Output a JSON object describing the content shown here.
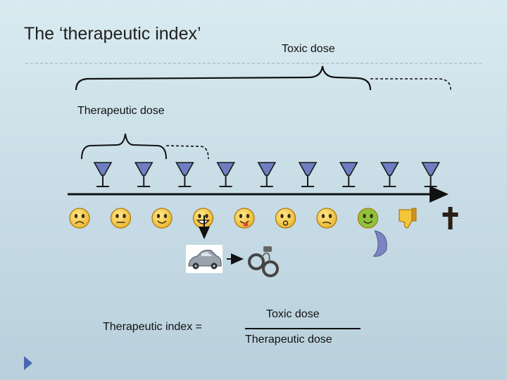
{
  "slide": {
    "title": "The ‘therapeutic index’",
    "toxic_dose_label": "Toxic dose",
    "therapeutic_dose_label": "Therapeutic dose",
    "formula": {
      "lhs": "Therapeutic index =",
      "numerator": "Toxic dose",
      "denominator": "Therapeutic dose"
    }
  },
  "glasses": [
    "martini-glass",
    "martini-glass",
    "martini-glass",
    "martini-glass",
    "martini-glass",
    "martini-glass",
    "martini-glass",
    "martini-glass",
    "martini-glass"
  ],
  "faces": [
    {
      "icon": "sad-face-icon"
    },
    {
      "icon": "neutral-face-icon"
    },
    {
      "icon": "smile-face-icon"
    },
    {
      "icon": "grin-face-icon"
    },
    {
      "icon": "tongue-face-icon"
    },
    {
      "icon": "surprised-face-icon"
    },
    {
      "icon": "confused-face-icon"
    },
    {
      "icon": "sick-face-icon"
    },
    {
      "icon": "thumbs-down-icon"
    },
    {
      "icon": "cross-icon"
    }
  ],
  "consequences": [
    {
      "icon": "car-icon"
    },
    {
      "icon": "handcuffs-icon"
    }
  ],
  "colors": {
    "glass": "#6f7ec2",
    "face_yellow": "#f3c63a",
    "face_outline": "#b07a10",
    "sick_green": "#8cc33b",
    "divider": "#a9b8c6",
    "arrow": "#111111",
    "nav_triangle": "#4a68b0"
  }
}
